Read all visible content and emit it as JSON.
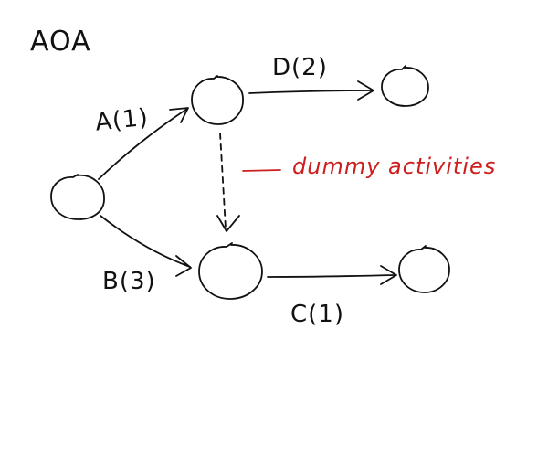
{
  "title": "AOA",
  "activities": {
    "a": "A(1)",
    "b": "B(3)",
    "c": "C(1)",
    "d": "D(2)"
  },
  "dummy_label": "dummy activities",
  "colors": {
    "ink": "#111111",
    "annotation": "#cc1f1f",
    "background": "#ffffff"
  }
}
